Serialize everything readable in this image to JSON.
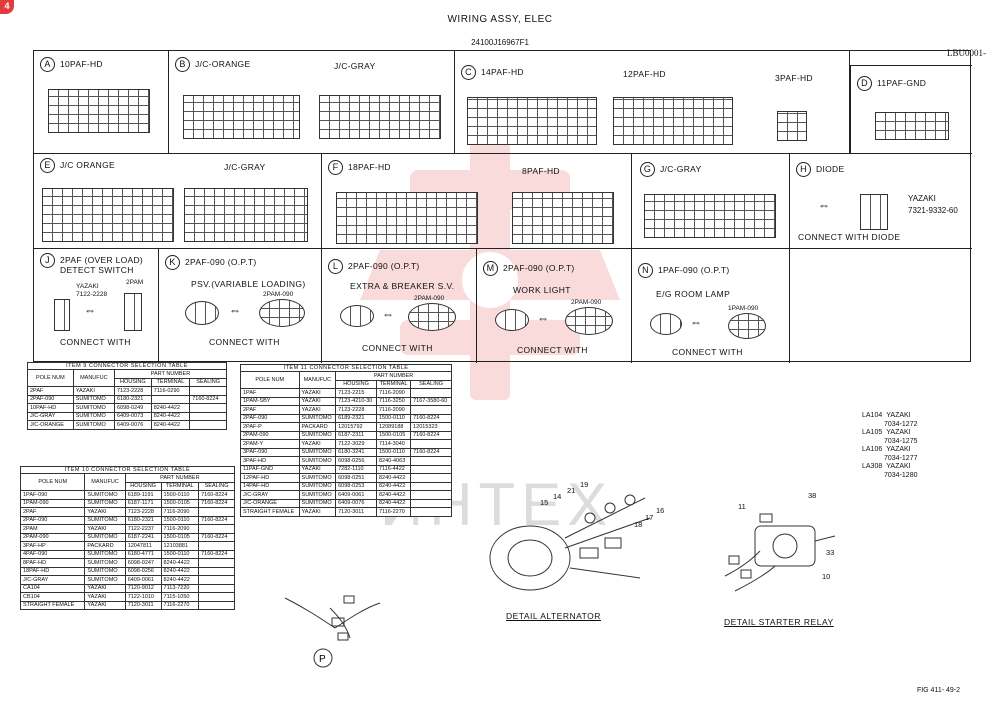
{
  "badge": "4",
  "title": "WIRING ASSY, ELEC",
  "subtitle": "24100J16967F1",
  "ref_code": "LBU0001-",
  "fig_number": "FIG 411- 49-2",
  "watermark": "ИНТЕХ",
  "sections": {
    "A": {
      "letter": "A",
      "title": "10PAF-HD"
    },
    "B": {
      "letter": "B",
      "title": "J/C-ORANGE",
      "title2": "J/C-GRAY"
    },
    "C": {
      "letter": "C",
      "title": "14PAF-HD",
      "title2": "12PAF-HD",
      "title3": "3PAF-HD"
    },
    "D": {
      "letter": "D",
      "title": "11PAF-GND"
    },
    "E": {
      "letter": "E",
      "title": "J/C ORANGE",
      "title2": "J/C-GRAY"
    },
    "F": {
      "letter": "F",
      "title": "18PAF-HD",
      "title2": "8PAF-HD"
    },
    "G": {
      "letter": "G",
      "title": "J/C-GRAY"
    },
    "H": {
      "letter": "H",
      "title": "DIODE",
      "maker": "YAZAKI",
      "part": "7321-9332-60",
      "caption": "CONNECT WITH DIODE"
    },
    "J": {
      "letter": "J",
      "title": "2PAF (OVER LOAD)",
      "title2": "DETECT SWITCH",
      "left_maker": "YAZAKI",
      "left_part": "7122-2228",
      "right_part": "2PAM",
      "caption": "CONNECT WITH"
    },
    "K": {
      "letter": "K",
      "title": "2PAF-090 (O.P.T)",
      "sub": "PSV.(VARIABLE LOADING)",
      "part": "2PAM-090",
      "caption": "CONNECT WITH"
    },
    "L": {
      "letter": "L",
      "title": "2PAF-090 (O.P.T)",
      "sub": "EXTRA & BREAKER S.V.",
      "part": "2PAM-090",
      "caption": "CONNECT WITH"
    },
    "M": {
      "letter": "M",
      "title": "2PAF-090 (O.P.T)",
      "sub": "WORK LIGHT",
      "part": "2PAM-090",
      "caption": "CONNECT WITH"
    },
    "N": {
      "letter": "N",
      "title": "1PAF-090 (O.P.T)",
      "sub": "E/G ROOM LAMP",
      "part": "1PAM-090",
      "caption": "CONNECT WITH"
    }
  },
  "table9": {
    "caption": "ITEM 9 CONNECTOR SELECTION TABLE",
    "headers": [
      "POLE NUM",
      "MANUFUC",
      "PART NUMBER",
      "HOUSING",
      "TERMINAL",
      "SEALING"
    ],
    "rows": [
      [
        "2PAF",
        "YAZAKI",
        "7123-2228",
        "7116-0290",
        ""
      ],
      [
        "2PAF-090",
        "SUMITOMO",
        "6180-2321",
        "",
        "7160-8224"
      ],
      [
        "10PAF-HD",
        "SUMITOMO",
        "6098-0249",
        "8240-4422",
        ""
      ],
      [
        "J/C-GRAY",
        "SUMITOMO",
        "6409-0073",
        "8240-4422",
        ""
      ],
      [
        "J/C-ORANGE",
        "SUMITOMO",
        "6409-0076",
        "8240-4422",
        ""
      ]
    ]
  },
  "table10": {
    "caption": "ITEM 10 CONNECTOR SELECTION TABLE",
    "headers": [
      "POLE NUM",
      "MANUFUC",
      "PART NUMBER",
      "HOUSING",
      "TERMINAL",
      "SEALING"
    ],
    "rows": [
      [
        "1PAF-090",
        "SUMITOMO",
        "6189-1191",
        "1500-0110",
        "7160-8224"
      ],
      [
        "1PAM-090",
        "SUMITOMO",
        "6187-1171",
        "1500-0105",
        "7160-8224"
      ],
      [
        "2PAF",
        "YAZAKI",
        "7123-2228",
        "7116-2090",
        ""
      ],
      [
        "2PAF-090",
        "SUMITOMO",
        "6180-2321",
        "1500-0110",
        "7160-8224"
      ],
      [
        "2PAM",
        "YAZAKI",
        "7122-2237",
        "7116-2090",
        ""
      ],
      [
        "2PAM-090",
        "SUMITOMO",
        "6187-2241",
        "1500-0105",
        "7160-8224"
      ],
      [
        "3PAF-HP",
        "PACKARD",
        "12047811",
        "12103881",
        ""
      ],
      [
        "4PAF-090",
        "SUMITOMO",
        "6180-4771",
        "1500-0110",
        "7160-8224"
      ],
      [
        "8PAF-HD",
        "SUMITOMO",
        "6098-0247",
        "8240-4422",
        ""
      ],
      [
        "18PAF-HD",
        "SUMITOMO",
        "6098-0256",
        "8240-4422",
        ""
      ],
      [
        "J/C-GRAY",
        "SUMITOMO",
        "6409-0061",
        "8240-4422",
        ""
      ],
      [
        "CA104",
        "YAZAKI",
        "7120-9012",
        "7113-7220",
        ""
      ],
      [
        "CB104",
        "YAZAKI",
        "7122-1010",
        "7115-1050",
        ""
      ],
      [
        "STRAIGHT FEMALE",
        "YAZAKI",
        "7120-3011",
        "7116-2270",
        ""
      ]
    ]
  },
  "table11": {
    "caption": "ITEM 11 CONNECTOR SELECTION TABLE",
    "headers": [
      "POLE NUM",
      "MANUFUC",
      "PART NUMBER",
      "HOUSING",
      "TERMINAL",
      "SEALING"
    ],
    "rows": [
      [
        "1PAF",
        "YAZAKI",
        "7123-2215",
        "7116-2090",
        ""
      ],
      [
        "1PAM-SBY",
        "YAZAKI",
        "7123-4210-30",
        "7116-3250",
        "7167-3580-60"
      ],
      [
        "2PAF",
        "YAZAKI",
        "7123-2228",
        "7116-2090",
        ""
      ],
      [
        "2PAF-090",
        "SUMITOMO",
        "6189-2321",
        "1500-0110",
        "7160-8224"
      ],
      [
        "2PAF-P",
        "PACKARD",
        "12015792",
        "12089188",
        "12015323"
      ],
      [
        "2PAM-090",
        "SUMITOMO",
        "6187-2311",
        "1500-0105",
        "7160-8224"
      ],
      [
        "2PAM-Y",
        "YAZAKI",
        "7122-3029",
        "7114-3040",
        ""
      ],
      [
        "3PAF-090",
        "SUMITOMO",
        "6180-3241",
        "1500-0110",
        "7160-8224"
      ],
      [
        "3PAF-HD",
        "SUMITOMO",
        "6098-0256",
        "8240-4063",
        ""
      ],
      [
        "11PAF-GND",
        "YAZAKI",
        "7282-1110",
        "7116-4422",
        ""
      ],
      [
        "12PAF-HD",
        "SUMITOMO",
        "6098-0251",
        "8240-4422",
        ""
      ],
      [
        "14PAF-HD",
        "SUMITOMO",
        "6098-0253",
        "8240-4422",
        ""
      ],
      [
        "J/C-GRAY",
        "SUMITOMO",
        "6409-0061",
        "8240-4422",
        ""
      ],
      [
        "J/C-ORANGE",
        "SUMITOMO",
        "6409-0076",
        "8240-4422",
        ""
      ],
      [
        "STRAIGHT FEMALE",
        "YAZAKI",
        "7120-3011",
        "7116-2270",
        ""
      ]
    ]
  },
  "la_list": [
    {
      "code": "LA104",
      "maker": "YAZAKI",
      "part": "7034-1272"
    },
    {
      "code": "LA105",
      "maker": "YAZAKI",
      "part": "7034-1275"
    },
    {
      "code": "LA106",
      "maker": "YAZAKI",
      "part": "7034-1277"
    },
    {
      "code": "LA308",
      "maker": "YAZAKI",
      "part": "7034-1280"
    }
  ],
  "details": {
    "alternator": "DETAIL ALTERNATOR",
    "starter_relay": "DETAIL STARTER RELAY",
    "p_letter": "P",
    "alt_parts": [
      "15",
      "14",
      "21",
      "19",
      "18",
      "17",
      "16"
    ],
    "relay_parts": [
      "11",
      "38",
      "33",
      "10"
    ]
  }
}
